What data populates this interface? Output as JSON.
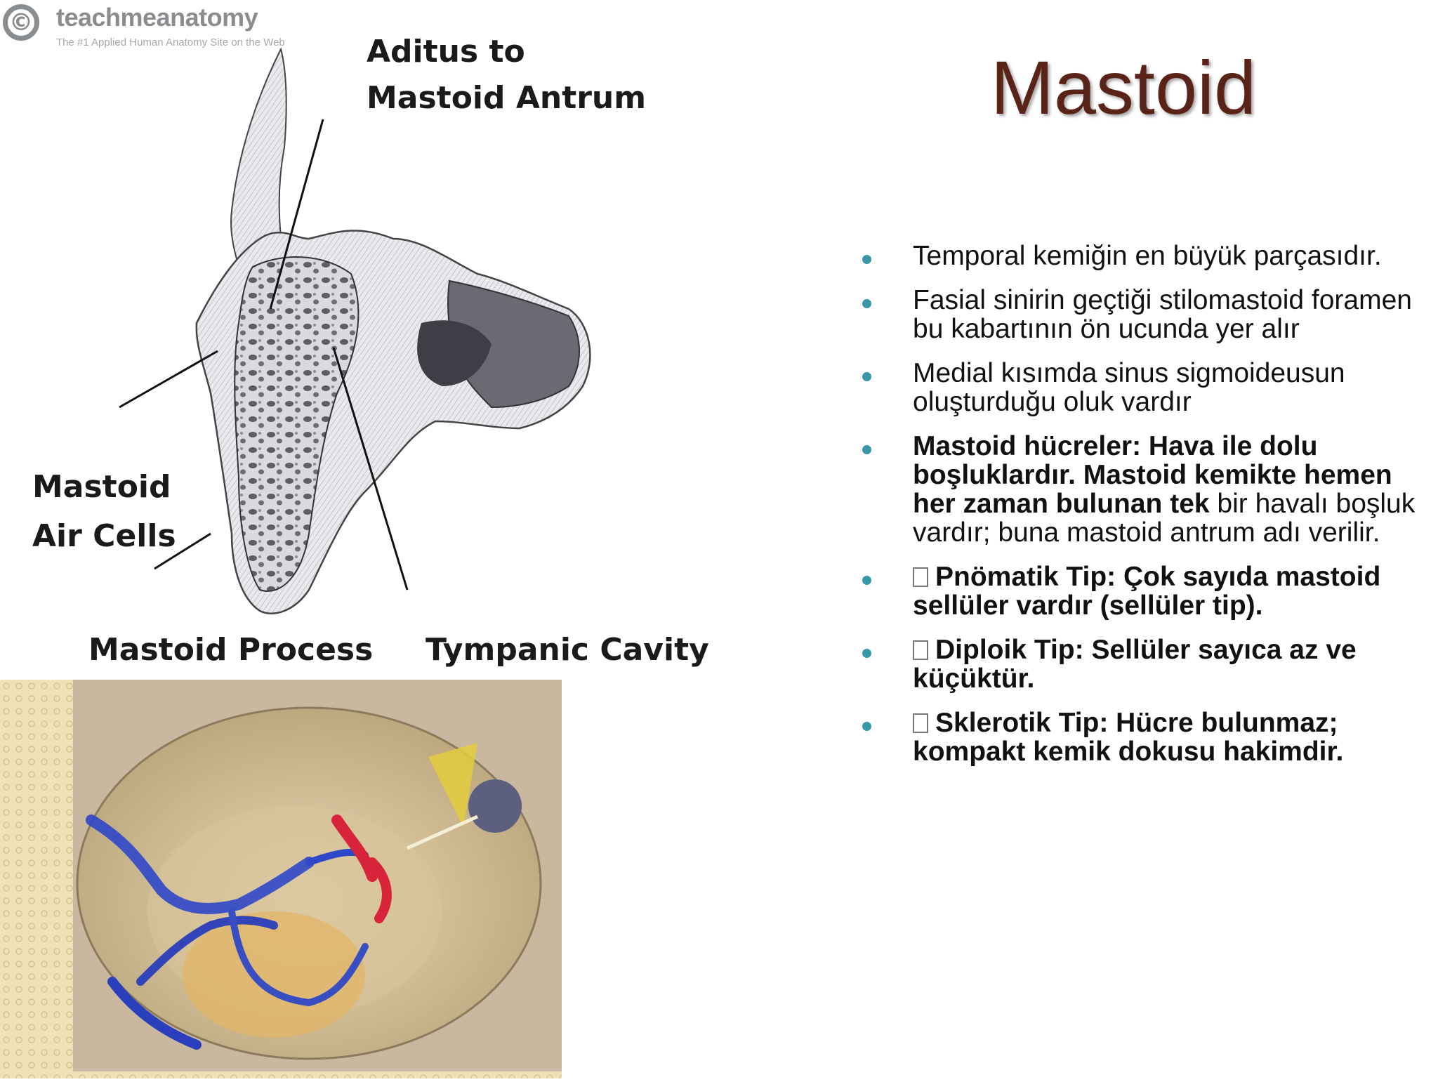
{
  "watermark": {
    "symbol": "©",
    "name": "teachmeanatomy",
    "tagline": "The #1 Applied Human Anatomy Site on the Web"
  },
  "figure_top": {
    "labels": {
      "aditus_line1": "Aditus to",
      "aditus_line2": "Mastoid Antrum",
      "air_cells_line1": "Mastoid",
      "air_cells_line2": "Air Cells",
      "process": "Mastoid Process",
      "tympanic": "Tympanic Cavity"
    }
  },
  "slide": {
    "title": "Mastoid",
    "colors": {
      "title": "#5a2318",
      "bullet": "#3a98a6"
    },
    "bullets": [
      {
        "text": "Temporal kemiğin en büyük parçasıdır."
      },
      {
        "text": "Fasial sinirin geçtiği stilomastoid foramen bu kabartının ön ucunda yer alır"
      },
      {
        "text": "Medial kısımda sinus sigmoideusun oluşturduğu oluk vardır"
      },
      {
        "bold": "Mastoid hücreler: Hava ile dolu boşluklardır. Mastoid kemikte hemen her zaman bulunan tek",
        "text": " bir havalı boşluk vardır; buna mastoid antrum adı verilir."
      },
      {
        "bold": "Pnömatik Tip: Çok sayıda mastoid sellüler vardır (sellüler tip)."
      },
      {
        "bold": "Diploik Tip: Sellüler sayıca az ve küçüktür."
      },
      {
        "bold": "Sklerotik Tip: Hücre bulunmaz; kompakt kemik dokusu hakimdir."
      }
    ]
  }
}
